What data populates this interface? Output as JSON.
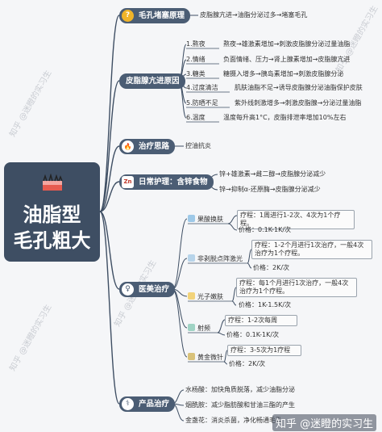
{
  "root": {
    "line1": "油脂型",
    "line2": "毛孔粗大",
    "icon": "skin-layer-icon"
  },
  "branches": {
    "pore_principle": {
      "label": "毛孔堵塞原理",
      "icon_glyph": "?",
      "color": "#f0b429",
      "text": "皮脂腺亢进→油脂分泌过多→堵塞毛孔"
    },
    "sebaceous_causes": {
      "label": "皮脂腺亢进原因",
      "items": [
        {
          "cause": "1.熬夜",
          "effect": "熬夜→雄激素增加→刺激皮脂腺分泌过量油脂"
        },
        {
          "cause": "2.情绪",
          "effect": "负面情绪、压力→肾上腺素增加→皮脂腺亢进"
        },
        {
          "cause": "3.糖类",
          "effect": "糖摄入增多→胰岛素增加→刺激皮脂腺分泌"
        },
        {
          "cause": "4.过度清洁",
          "effect": "肌肤油脂不足→诱导皮脂腺分泌油脂保护皮肤"
        },
        {
          "cause": "5.防晒不足",
          "effect": "紫外线刺激增多→刺激皮脂腺→分泌过量油脂"
        },
        {
          "cause": "6.温度",
          "effect": "温度每升高1°C，皮脂排泄率增加10%左右"
        }
      ]
    },
    "treatment_idea": {
      "label": "治疗思路",
      "icon_glyph": "🔥",
      "color": "#e0434b",
      "text": "控油抗炎"
    },
    "daily_care": {
      "label": "日常护理：含锌食物",
      "icon_glyph": "Zn",
      "items": [
        "锌+雄激素→雌二醇→皮脂腺分泌减少",
        "锌→抑制α-还原酶→皮脂腺分泌减少"
      ]
    },
    "medical": {
      "label": "医美治疗",
      "icon_glyph": "♀",
      "items": [
        {
          "name": "果酸换肤",
          "course": "疗程：1周进行1-2次、4次为1个疗程。",
          "price": "价格：0.1K-1K/次"
        },
        {
          "name": "非剥脱点阵激光",
          "course": "疗程：1-2个月进行1次治疗，一般4次治疗为1个疗程。",
          "price": "价格：2K/次"
        },
        {
          "name": "光子嫩肤",
          "course": "疗程：每1个月进行1次治疗，一般4次治疗为1个疗程。",
          "price": "价格：1K-1.5K/次"
        },
        {
          "name": "射频",
          "course": "疗程：1-2次每周",
          "price": "价格：0.1K-1K/次"
        },
        {
          "name": "黄金微针",
          "course": "疗程：3-5次为1疗程",
          "price": "价格：2K/次"
        }
      ]
    },
    "products": {
      "label": "产品治疗",
      "icon_glyph": "⚕",
      "items": [
        "水杨酸：加快角质脱落，减少油脂分泌",
        "烟酰胺：减少脂肪酸和甘油三酯的产生",
        "金盏花：消炎杀菌，净化畅通毛孔"
      ]
    }
  },
  "watermarks": [
    "知乎 @迷瞪的实习生",
    "知乎 @迷瞪的实习生",
    "知乎 @迷瞪的实习生",
    "知乎 @迷瞪的实习生"
  ],
  "brand": "知乎 @迷瞪的实习生",
  "colors": {
    "root_bg": "#3e4e63",
    "category_bg": "#4b5d74",
    "connector": "#3e4e63",
    "box_border": "#9aa3ad"
  }
}
